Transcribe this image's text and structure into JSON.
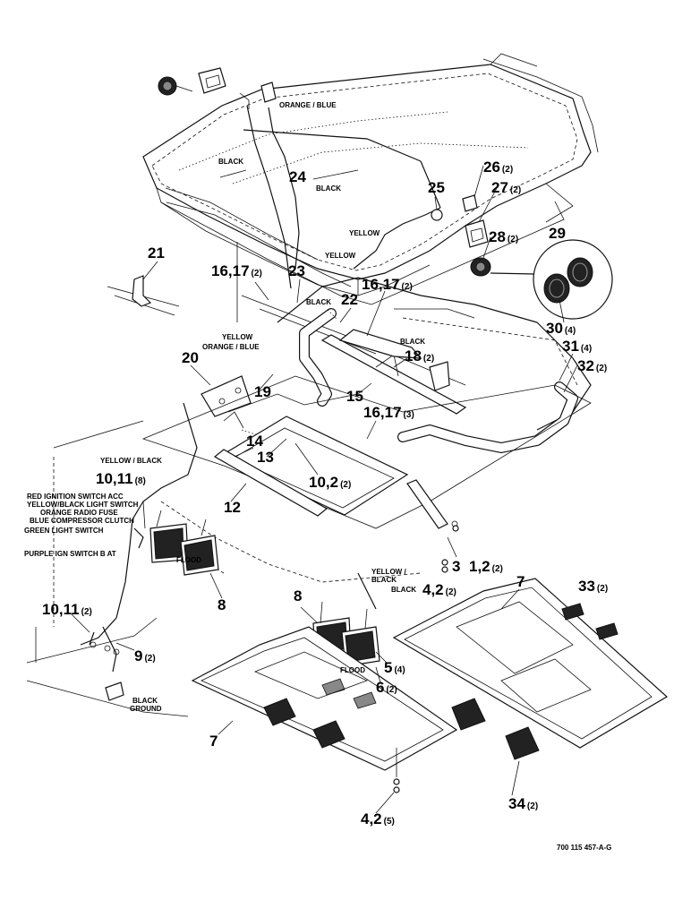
{
  "callouts": [
    {
      "id": "c1",
      "label": "24",
      "qty": ""
    },
    {
      "id": "c2",
      "label": "25",
      "qty": ""
    },
    {
      "id": "c3",
      "label": "26",
      "qty": "(2)"
    },
    {
      "id": "c4",
      "label": "27",
      "qty": "(2)"
    },
    {
      "id": "c5",
      "label": "28",
      "qty": "(2)"
    },
    {
      "id": "c6",
      "label": "29",
      "qty": ""
    },
    {
      "id": "c7",
      "label": "21",
      "qty": ""
    },
    {
      "id": "c8",
      "label": "16,17",
      "qty": "(2)"
    },
    {
      "id": "c9",
      "label": "23",
      "qty": ""
    },
    {
      "id": "c10",
      "label": "22",
      "qty": ""
    },
    {
      "id": "c11",
      "label": "16,17",
      "qty": "(2)"
    },
    {
      "id": "c12",
      "label": "30",
      "qty": "(4)"
    },
    {
      "id": "c13",
      "label": "31",
      "qty": "(4)"
    },
    {
      "id": "c14",
      "label": "32",
      "qty": "(2)"
    },
    {
      "id": "c15",
      "label": "18",
      "qty": "(2)"
    },
    {
      "id": "c16",
      "label": "20",
      "qty": ""
    },
    {
      "id": "c17",
      "label": "19",
      "qty": ""
    },
    {
      "id": "c18",
      "label": "15",
      "qty": ""
    },
    {
      "id": "c19",
      "label": "16,17",
      "qty": "(3)"
    },
    {
      "id": "c20",
      "label": "14",
      "qty": ""
    },
    {
      "id": "c21",
      "label": "13",
      "qty": ""
    },
    {
      "id": "c22",
      "label": "10,2",
      "qty": "(2)"
    },
    {
      "id": "c23",
      "label": "10,11",
      "qty": "(8)"
    },
    {
      "id": "c24",
      "label": "12",
      "qty": ""
    },
    {
      "id": "c25",
      "label": "3",
      "qty": ""
    },
    {
      "id": "c26",
      "label": "1,2",
      "qty": "(2)"
    },
    {
      "id": "c27",
      "label": "4,2",
      "qty": "(2)"
    },
    {
      "id": "c28",
      "label": "7",
      "qty": ""
    },
    {
      "id": "c29",
      "label": "33",
      "qty": "(2)"
    },
    {
      "id": "c30",
      "label": "8",
      "qty": ""
    },
    {
      "id": "c31",
      "label": "8",
      "qty": ""
    },
    {
      "id": "c32",
      "label": "10,11",
      "qty": "(2)"
    },
    {
      "id": "c33",
      "label": "9",
      "qty": "(2)"
    },
    {
      "id": "c34",
      "label": "5",
      "qty": "(4)"
    },
    {
      "id": "c35",
      "label": "6",
      "qty": "(2)"
    },
    {
      "id": "c36",
      "label": "7",
      "qty": ""
    },
    {
      "id": "c37",
      "label": "34",
      "qty": "(2)"
    },
    {
      "id": "c38",
      "label": "4,2",
      "qty": "(5)"
    }
  ],
  "wire_labels": {
    "w1": "ORANGE / BLUE",
    "w2": "BLACK",
    "w3": "BLACK",
    "w4": "YELLOW",
    "w5": "YELLOW",
    "w6": "BLACK",
    "w7": "YELLOW",
    "w8": "ORANGE / BLUE",
    "w9": "BLACK",
    "w10": "YELLOW / BLACK",
    "w11": "RED  IGNITION SWITCH  ACC",
    "w12": "YELLOW/BLACK LIGHT SWITCH",
    "w13": "ORANGE  RADIO FUSE",
    "w14": "BLUE COMPRESSOR CLUTCH",
    "w15": "GREEN LIGHT SWITCH",
    "w16": "PURPLE  IGN SWITCH B AT",
    "w17": "FLOOD",
    "w18": "FLOOD",
    "w19": "YELLOW /",
    "w20": "BLACK",
    "w21": "BLACK",
    "w22": "BLACK",
    "w23": "GROUND"
  },
  "reference_number": "700 115 457-A-G"
}
